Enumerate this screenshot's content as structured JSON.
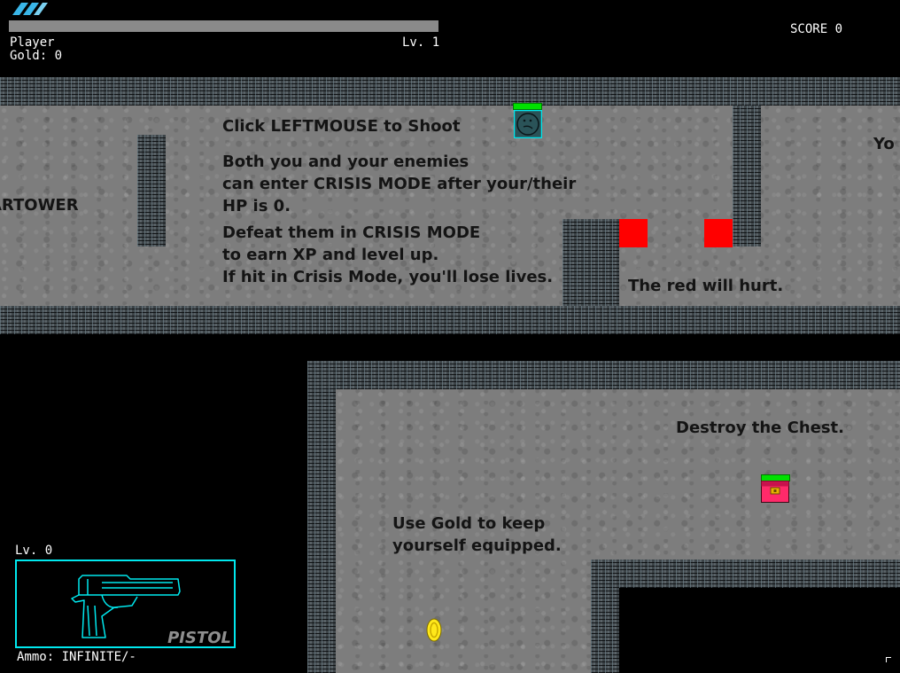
{
  "hud": {
    "player_label": "Player",
    "gold_label": "Gold: 0",
    "level_label": "Lv. 1",
    "score_label": "SCORE 0",
    "xp_fraction": 0
  },
  "weapon": {
    "level_label": "Lv. 0",
    "name": "PISTOL",
    "ammo_label": "Ammo: INFINITE/-"
  },
  "hints": {
    "shoot": "Click LEFTMOUSE to Shoot",
    "crisis_1": "Both you and your enemies",
    "crisis_2": "can enter CRISIS MODE after your/their",
    "crisis_3": "HP is 0.",
    "defeat_1": "Defeat them in CRISIS MODE",
    "defeat_2": "to earn XP and level up.",
    "defeat_3": "If hit in Crisis Mode, you'll lose lives.",
    "red": "The red will hurt.",
    "tower": "ARTOWER",
    "edge": "Yo",
    "chest": "Destroy the Chest.",
    "gold_1": "Use Gold to keep",
    "gold_2": "yourself equipped."
  },
  "colors": {
    "accent_cyan": "#00e8ee",
    "hazard_red": "#ff0000",
    "health_green": "#00e000",
    "chest_pink": "#ff2a6a",
    "coin_yellow": "#ffe81a"
  },
  "icons": {
    "logo": "double-slash-logo-icon",
    "weapon": "pistol-icon",
    "player": "player-face-icon",
    "chest": "treasure-chest-icon",
    "coin": "gold-coin-icon"
  }
}
